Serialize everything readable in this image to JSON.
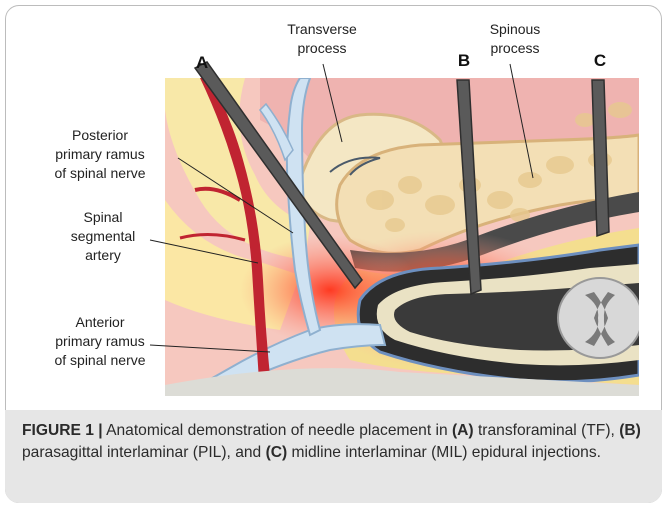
{
  "figure": {
    "labels": {
      "transverse_line1": "Transverse",
      "transverse_line2": "process",
      "spinous_line1": "Spinous",
      "spinous_line2": "process",
      "posterior_line1": "Posterior",
      "posterior_line2": "primary ramus",
      "posterior_line3": "of spinal nerve",
      "artery_line1": "Spinal",
      "artery_line2": "segmental",
      "artery_line3": "artery",
      "anterior_line1": "Anterior",
      "anterior_line2": "primary ramus",
      "anterior_line3": "of spinal nerve"
    },
    "needles": {
      "a": "A",
      "b": "B",
      "c": "C"
    }
  },
  "caption": {
    "figure_label": "FIGURE 1 |",
    "text_1": " Anatomical demonstration of needle placement in ",
    "a": "(A)",
    "text_2": " transforaminal (TF), ",
    "b": "(B)",
    "text_3": " parasagittal interlaminar (PIL), and ",
    "c": "(C)",
    "text_4": " midline interlaminar (MIL) epidural injections."
  }
}
